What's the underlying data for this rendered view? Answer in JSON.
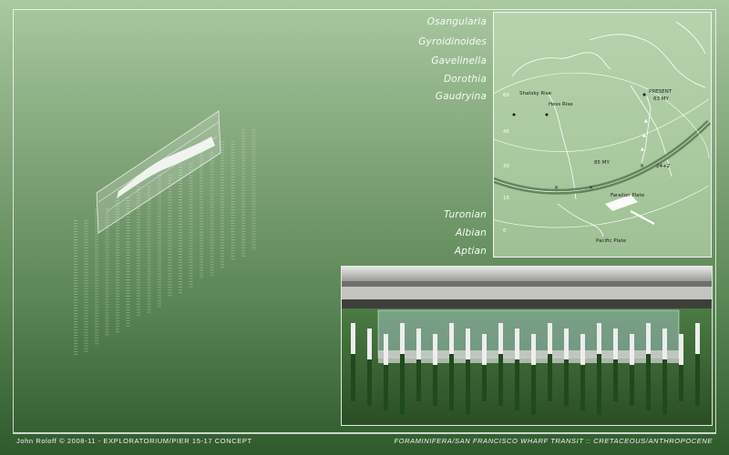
{
  "footer": {
    "left": "John Roloff © 2008-11 -  EXPLORATORIUM/PIER 15-17 CONCEPT",
    "right": "FORAMINIFERA/SAN FRANCISCO WHARF TRANSIT :: CRETACEOUS/ANTHROPOCENE"
  },
  "species_labels": [
    "Osangularia",
    "Gyroidinoides",
    "Gavelinella",
    "Dorothia",
    "Gaudryina"
  ],
  "stage_labels": [
    "Turonian",
    "Albian",
    "Aptian"
  ],
  "map": {
    "latitudes": [
      "60",
      "45",
      "30",
      "15",
      "0"
    ],
    "places": {
      "shatsky": "Shatsky Rise",
      "hess": "Hess Rise",
      "present": "PRESENT",
      "ma63": "63 MY",
      "ma85": "85 MY",
      "ma24": "24+2",
      "farallon": "Farallon Plate",
      "pacific": "Pacific Plate"
    }
  },
  "colors": {
    "frame": "#ffffff",
    "background_top": "#a9c9a0",
    "background_bottom": "#2f5a2c",
    "pile_green": "#2f5a2c",
    "pile_olive": "#8a8a3a"
  }
}
